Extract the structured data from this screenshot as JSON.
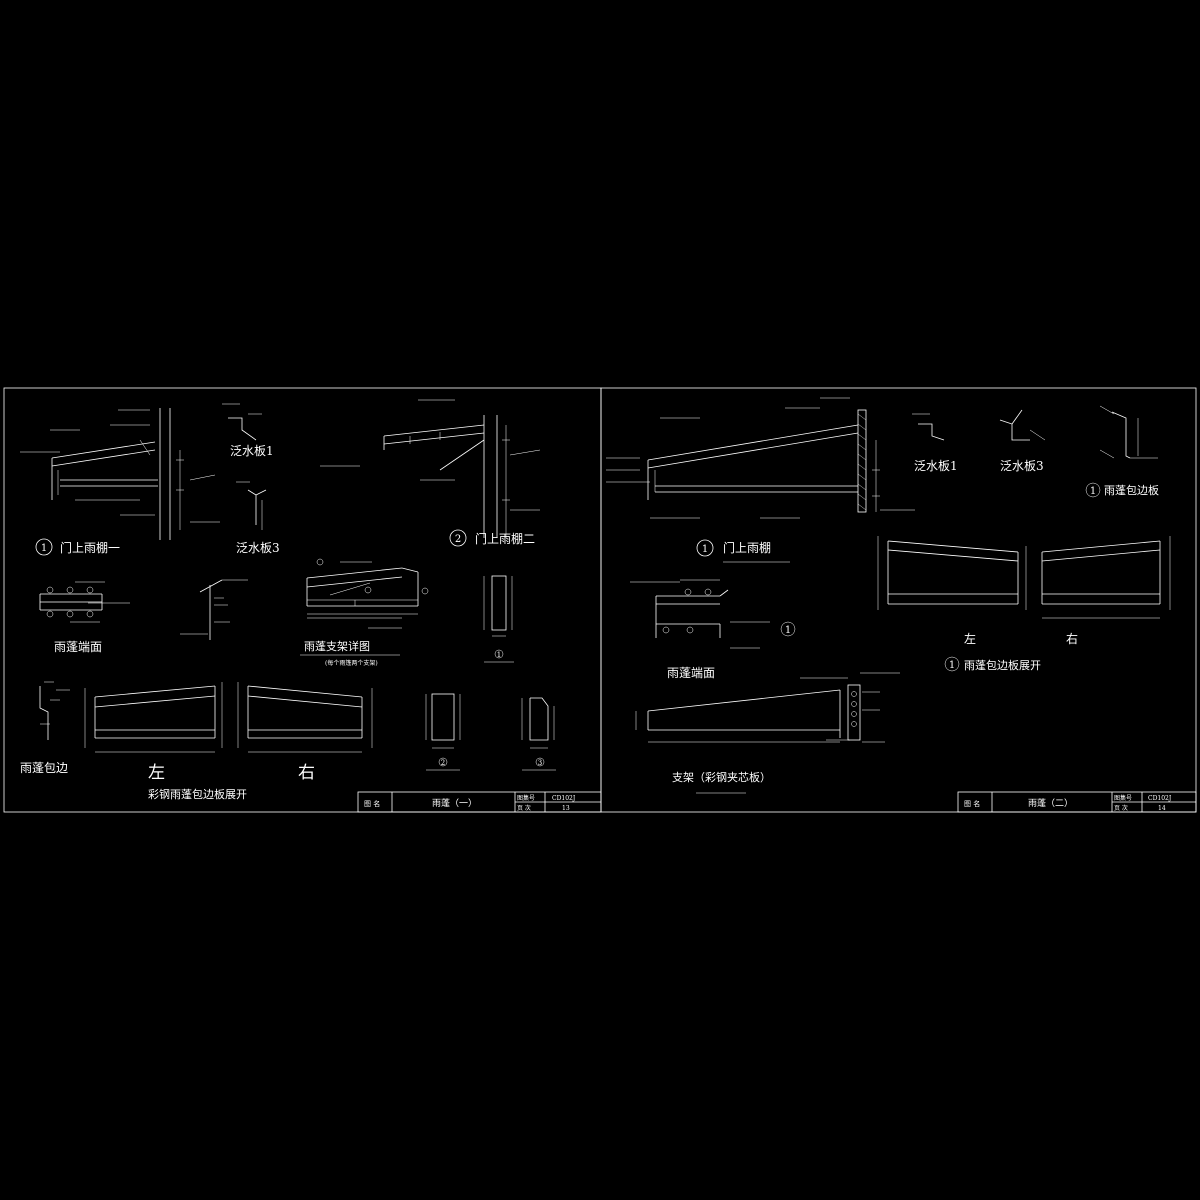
{
  "sheet1": {
    "labels": {
      "detail1": "门上雨棚一",
      "detail1_num": "1",
      "detail2": "门上雨棚二",
      "detail2_num": "2",
      "flash1": "泛水板1",
      "flash3": "泛水板3",
      "end_section": "雨蓬端面",
      "support_detail": "雨蓬支架详图",
      "support_note": "(每个雨篷两个支架)",
      "edge": "雨蓬包边",
      "left": "左",
      "right": "右",
      "expand_title": "彩钢雨蓬包边板展开",
      "sec1": "1",
      "sec2": "2",
      "sec3": "3"
    },
    "title_block": {
      "name_label": "图 名",
      "name": "雨蓬（一）",
      "drawing_no_label": "图集号",
      "drawing_no": "CD102J",
      "page_label": "页 次",
      "page": "13"
    }
  },
  "sheet2": {
    "labels": {
      "detail": "门上雨棚",
      "detail_num": "1",
      "flash1": "泛水板1",
      "flash3": "泛水板3",
      "edge_num": "1",
      "edge": "雨蓬包边板",
      "end_section": "雨蓬端面",
      "end_callout": "1",
      "left": "左",
      "right": "右",
      "expand_num": "1",
      "expand_title": "雨蓬包边板展开",
      "support_title": "支架（彩钢夹芯板）"
    },
    "title_block": {
      "name_label": "图 名",
      "name": "雨蓬（二）",
      "drawing_no_label": "图集号",
      "drawing_no": "CD102J",
      "page_label": "页 次",
      "page": "14"
    }
  },
  "colors": {
    "background": "#000000",
    "lines": "#ffffff"
  }
}
